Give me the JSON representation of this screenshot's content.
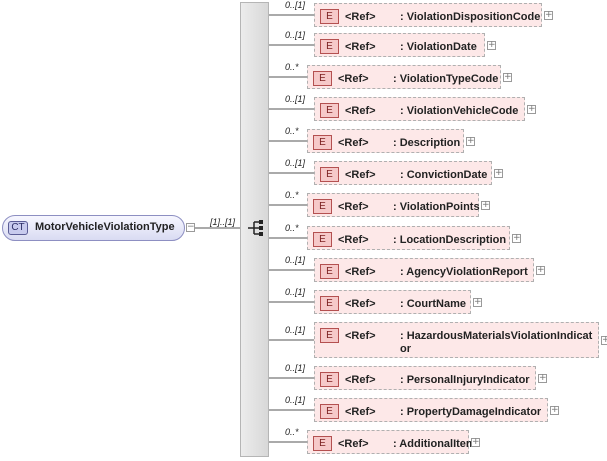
{
  "complex_type": {
    "badge": "CT",
    "name": "MotorVehicleViolationType",
    "multiplicity": "[1]..[1]",
    "toggle": "−"
  },
  "sequence": {
    "icon": "sequence-compositor-icon"
  },
  "elements": [
    {
      "multiplicity": "0..[1]",
      "badge": "E",
      "ref": "<Ref>",
      "name": ": ViolationDispositionCode",
      "toggle": "+"
    },
    {
      "multiplicity": "0..[1]",
      "badge": "E",
      "ref": "<Ref>",
      "name": ": ViolationDate",
      "toggle": "+"
    },
    {
      "multiplicity": "0..*",
      "badge": "E",
      "ref": "<Ref>",
      "name": ": ViolationTypeCode",
      "toggle": "+"
    },
    {
      "multiplicity": "0..[1]",
      "badge": "E",
      "ref": "<Ref>",
      "name": ": ViolationVehicleCode",
      "toggle": "+"
    },
    {
      "multiplicity": "0..*",
      "badge": "E",
      "ref": "<Ref>",
      "name": ": Description",
      "toggle": "+"
    },
    {
      "multiplicity": "0..[1]",
      "badge": "E",
      "ref": "<Ref>",
      "name": ": ConvictionDate",
      "toggle": "+"
    },
    {
      "multiplicity": "0..*",
      "badge": "E",
      "ref": "<Ref>",
      "name": ": ViolationPoints",
      "toggle": "+"
    },
    {
      "multiplicity": "0..*",
      "badge": "E",
      "ref": "<Ref>",
      "name": ": LocationDescription",
      "toggle": "+"
    },
    {
      "multiplicity": "0..[1]",
      "badge": "E",
      "ref": "<Ref>",
      "name": ": AgencyViolationReport",
      "toggle": "+"
    },
    {
      "multiplicity": "0..[1]",
      "badge": "E",
      "ref": "<Ref>",
      "name": ": CourtName",
      "toggle": "+"
    },
    {
      "multiplicity": "0..[1]",
      "badge": "E",
      "ref": "<Ref>",
      "name": ": HazardousMaterialsViolationIndicat",
      "name2": "or",
      "toggle": "+"
    },
    {
      "multiplicity": "0..[1]",
      "badge": "E",
      "ref": "<Ref>",
      "name": ": PersonalInjuryIndicator",
      "toggle": "+"
    },
    {
      "multiplicity": "0..[1]",
      "badge": "E",
      "ref": "<Ref>",
      "name": ": PropertyDamageIndicator",
      "toggle": "+"
    },
    {
      "multiplicity": "0..*",
      "badge": "E",
      "ref": "<Ref>",
      "name": ": AdditionalItem",
      "toggle": "+"
    }
  ]
}
